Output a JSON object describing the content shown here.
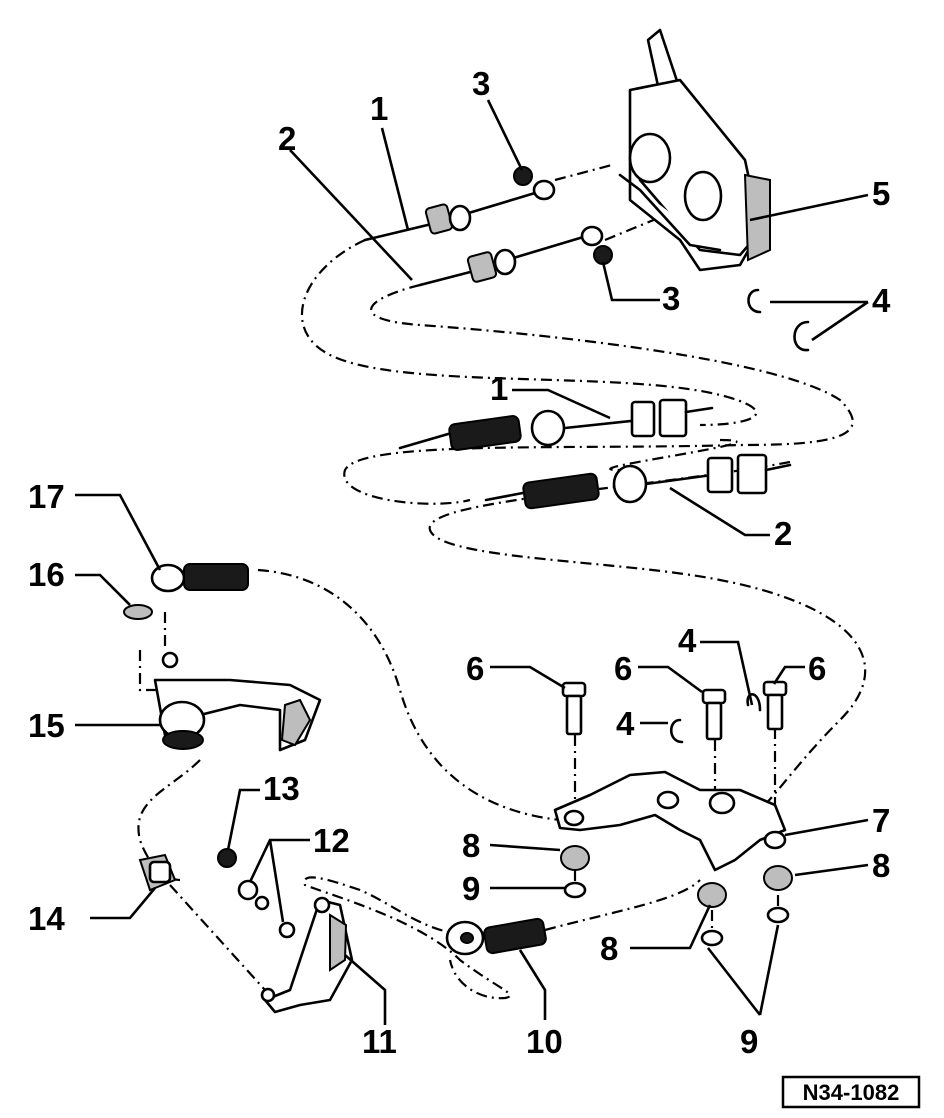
{
  "reference_code": "N34-1082",
  "callouts": {
    "c1a": "1",
    "c2a": "2",
    "c3a": "3",
    "c3b": "3",
    "c5": "5",
    "c4a": "4",
    "c1b": "1",
    "c2b": "2",
    "c17": "17",
    "c16": "16",
    "c15": "15",
    "c6a": "6",
    "c6b": "6",
    "c6c": "6",
    "c4b": "4",
    "c4c": "4",
    "c7": "7",
    "c8a": "8",
    "c8b": "8",
    "c8c": "8",
    "c9a": "9",
    "c9b": "9",
    "c13": "13",
    "c12": "12",
    "c14": "14",
    "c11": "11",
    "c10": "10"
  }
}
